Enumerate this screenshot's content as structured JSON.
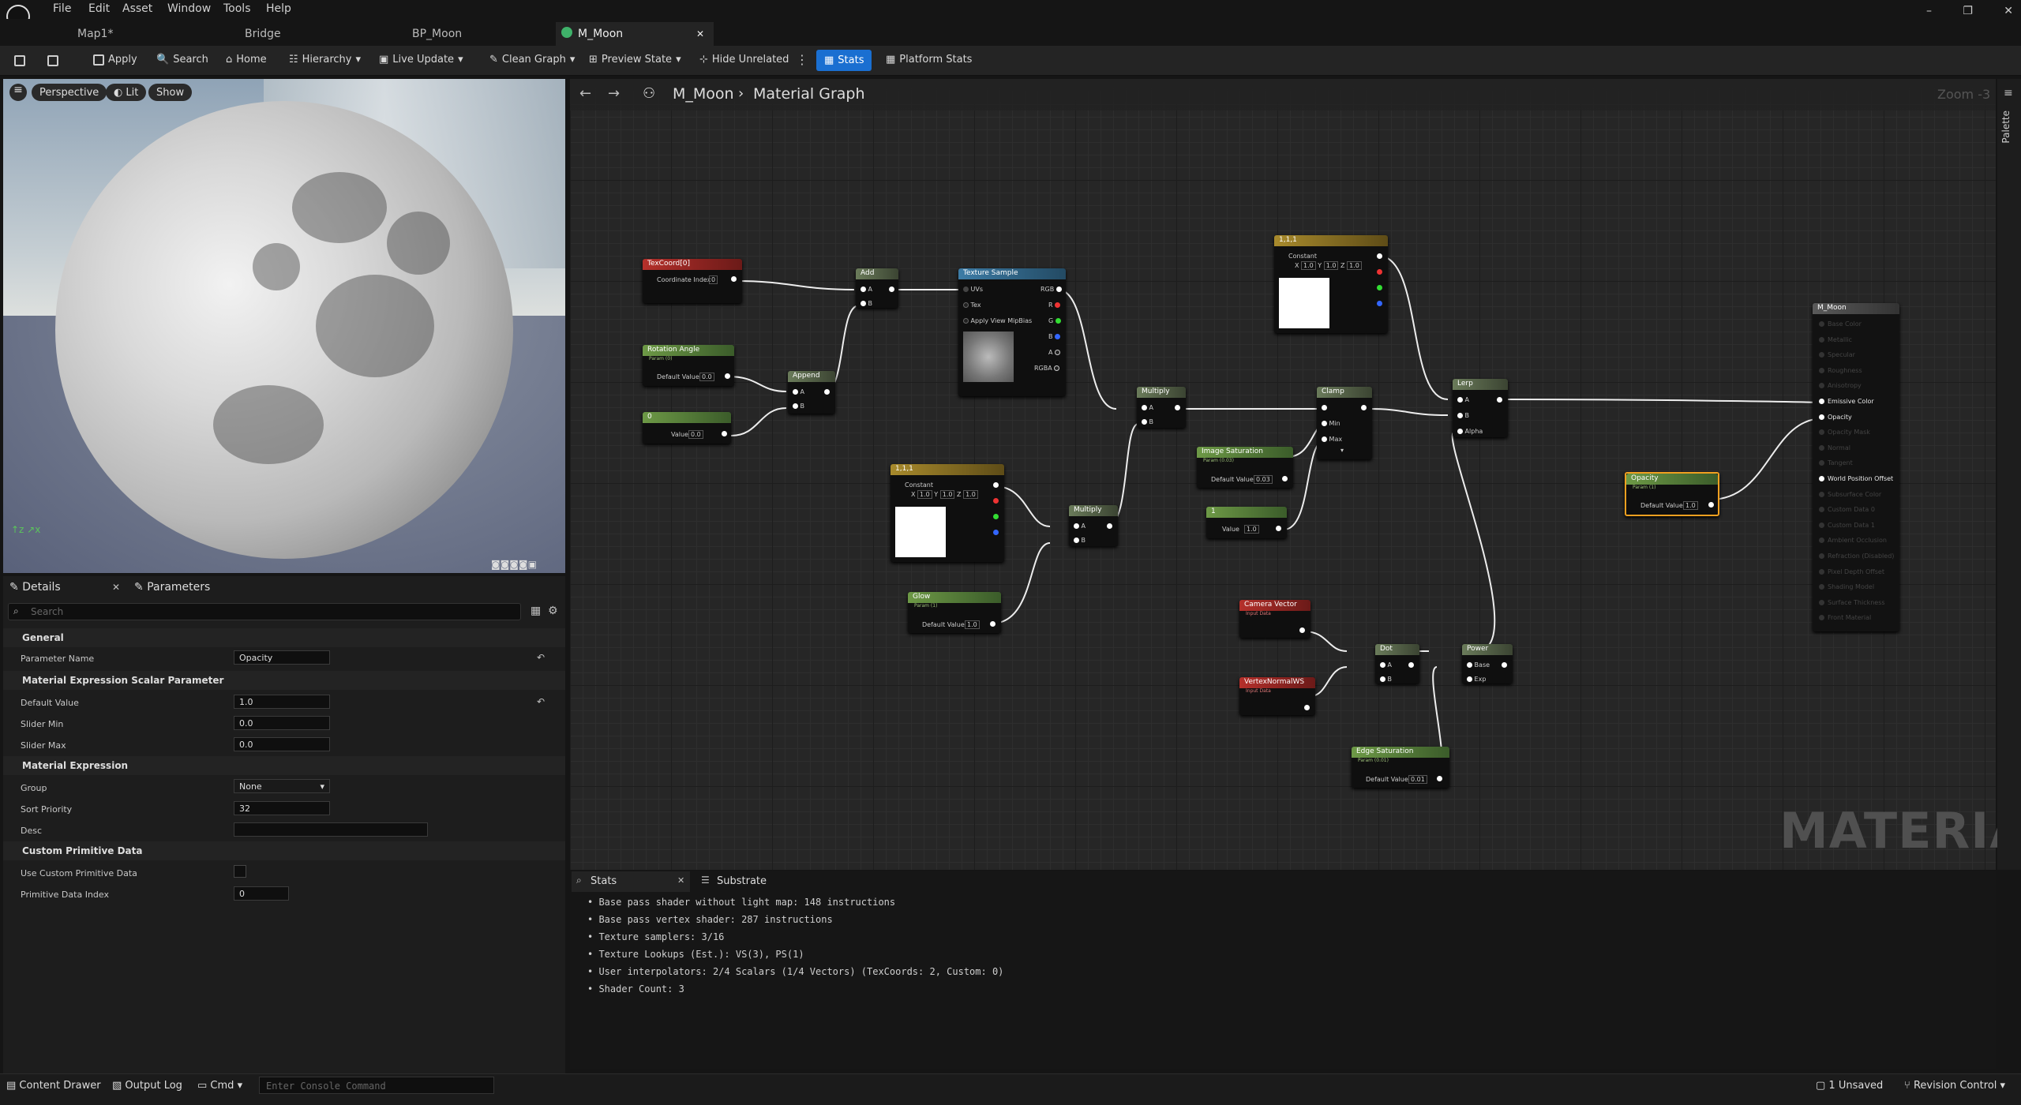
{
  "menu": [
    "File",
    "Edit",
    "Asset",
    "Window",
    "Tools",
    "Help"
  ],
  "tabs": [
    "Map1*",
    "Bridge",
    "BP_Moon",
    "M_Moon"
  ],
  "toolbar": {
    "apply": "Apply",
    "search": "Search",
    "home": "Home",
    "hierarchy": "Hierarchy",
    "live_update": "Live Update",
    "clean_graph": "Clean Graph",
    "preview_state": "Preview State",
    "hide_unrelated": "Hide Unrelated",
    "stats": "Stats",
    "platform_stats": "Platform Stats"
  },
  "viewport": {
    "perspective": "Perspective",
    "lit": "Lit",
    "show": "Show"
  },
  "graph": {
    "breadcrumb_asset": "M_Moon",
    "breadcrumb_graph": "Material Graph",
    "zoom": "Zoom -3",
    "palette": "Palette",
    "watermark": "MATERIAL"
  },
  "nodes": {
    "texcoord": {
      "title": "TexCoord[0]",
      "pin": "Coordinate Index",
      "value": "0"
    },
    "rotation": {
      "title": "Rotation Angle",
      "sub": "Param (0)",
      "pin": "Default Value",
      "value": "0.0"
    },
    "const0": {
      "title": "0",
      "pin": "Value",
      "value": "0.0"
    },
    "add": {
      "title": "Add",
      "a": "A",
      "b": "B"
    },
    "append": {
      "title": "Append",
      "a": "A",
      "b": "B"
    },
    "texsample": {
      "title": "Texture Sample",
      "uvs": "UVs",
      "tex": "Tex",
      "mip": "Apply View MipBias",
      "rgb": "RGB",
      "r": "R",
      "g": "G",
      "b": "B",
      "a": "A",
      "rgba": "RGBA"
    },
    "const3a": {
      "title": "1,1,1",
      "label": "Constant",
      "x": "1.0",
      "y": "1.0",
      "z": "1.0"
    },
    "const3b": {
      "title": "1,1,1",
      "label": "Constant",
      "x": "1.0",
      "y": "1.0",
      "z": "1.0"
    },
    "mult1": {
      "title": "Multiply",
      "a": "A",
      "b": "B"
    },
    "mult2": {
      "title": "Multiply",
      "a": "A",
      "b": "B"
    },
    "glow": {
      "title": "Glow",
      "sub": "Param (1)",
      "pin": "Default Value",
      "value": "1.0"
    },
    "imgsat": {
      "title": "Image Saturation",
      "sub": "Param (0.03)",
      "pin": "Default Value",
      "value": "0.03"
    },
    "const1": {
      "title": "1",
      "pin": "Value",
      "value": "1.0"
    },
    "clamp": {
      "title": "Clamp",
      "min": "Min",
      "max": "Max"
    },
    "lerp": {
      "title": "Lerp",
      "a": "A",
      "b": "B",
      "alpha": "Alpha"
    },
    "camvec": {
      "title": "Camera Vector",
      "sub": "Input Data"
    },
    "vnorm": {
      "title": "VertexNormalWS",
      "sub": "Input Data"
    },
    "dot": {
      "title": "Dot",
      "a": "A",
      "b": "B"
    },
    "power": {
      "title": "Power",
      "base": "Base",
      "exp": "Exp"
    },
    "edgesat": {
      "title": "Edge Saturation",
      "sub": "Param (0.01)",
      "pin": "Default Value",
      "value": "0.01"
    },
    "opacity": {
      "title": "Opacity",
      "sub": "Param (1)",
      "pin": "Default Value",
      "value": "1.0"
    },
    "result": {
      "title": "M_Moon",
      "pins": [
        "Base Color",
        "Metallic",
        "Specular",
        "Roughness",
        "Anisotropy",
        "Emissive Color",
        "Opacity",
        "Opacity Mask",
        "Normal",
        "Tangent",
        "World Position Offset",
        "Subsurface Color",
        "Custom Data 0",
        "Custom Data 1",
        "Ambient Occlusion",
        "Refraction (Disabled)",
        "Pixel Depth Offset",
        "Shading Model",
        "Surface Thickness",
        "Front Material"
      ]
    }
  },
  "details": {
    "tab_details": "Details",
    "tab_params": "Parameters",
    "search_placeholder": "Search",
    "sec_general": "General",
    "param_name_label": "Parameter Name",
    "param_name": "Opacity",
    "sec_scalar": "Material Expression Scalar Parameter",
    "default_label": "Default Value",
    "default_val": "1.0",
    "smin_label": "Slider Min",
    "smin": "0.0",
    "smax_label": "Slider Max",
    "smax": "0.0",
    "sec_expr": "Material Expression",
    "group_label": "Group",
    "group": "None",
    "sort_label": "Sort Priority",
    "sort": "32",
    "desc_label": "Desc",
    "sec_custom": "Custom Primitive Data",
    "use_custom_label": "Use Custom Primitive Data",
    "prim_idx_label": "Primitive Data Index",
    "prim_idx": "0"
  },
  "stats": {
    "tab_stats": "Stats",
    "tab_substrate": "Substrate",
    "lines": [
      "Base pass shader without light map: 148 instructions",
      "Base pass vertex shader: 287 instructions",
      "Texture samplers: 3/16",
      "Texture Lookups (Est.): VS(3), PS(1)",
      "User interpolators: 2/4 Scalars (1/4 Vectors) (TexCoords: 2, Custom: 0)",
      "Shader Count: 3"
    ]
  },
  "bottom": {
    "content_drawer": "Content Drawer",
    "output_log": "Output Log",
    "cmd": "Cmd",
    "console_placeholder": "Enter Console Command",
    "unsaved": "1 Unsaved",
    "revision": "Revision Control"
  }
}
